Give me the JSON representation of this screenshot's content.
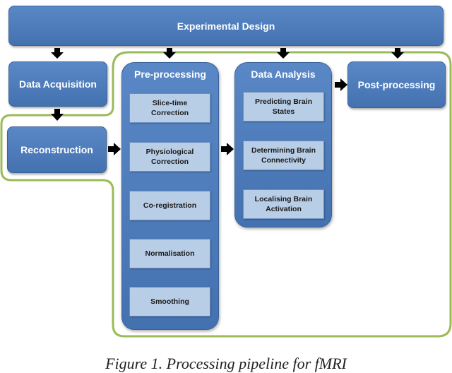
{
  "diagram": {
    "experimental_design": "Experimental Design",
    "data_acquisition": "Data Acquisition",
    "reconstruction": "Reconstruction",
    "preprocessing": {
      "title": "Pre-processing",
      "steps": [
        "Slice-time Correction",
        "Physiological Correction",
        "Co-registration",
        "Normalisation",
        "Smoothing"
      ]
    },
    "data_analysis": {
      "title": "Data Analysis",
      "steps": [
        "Predicting Brain States",
        "Determining Brain Connectivity",
        "Localising Brain Activation"
      ]
    },
    "post_processing": "Post-processing",
    "caption": "Figure 1. Processing pipeline for fMRI"
  },
  "colors": {
    "box_blue": "#4f7fbf",
    "sub_box": "#b8cde6",
    "outline_green": "#9bbb59",
    "arrow": "#000000"
  }
}
